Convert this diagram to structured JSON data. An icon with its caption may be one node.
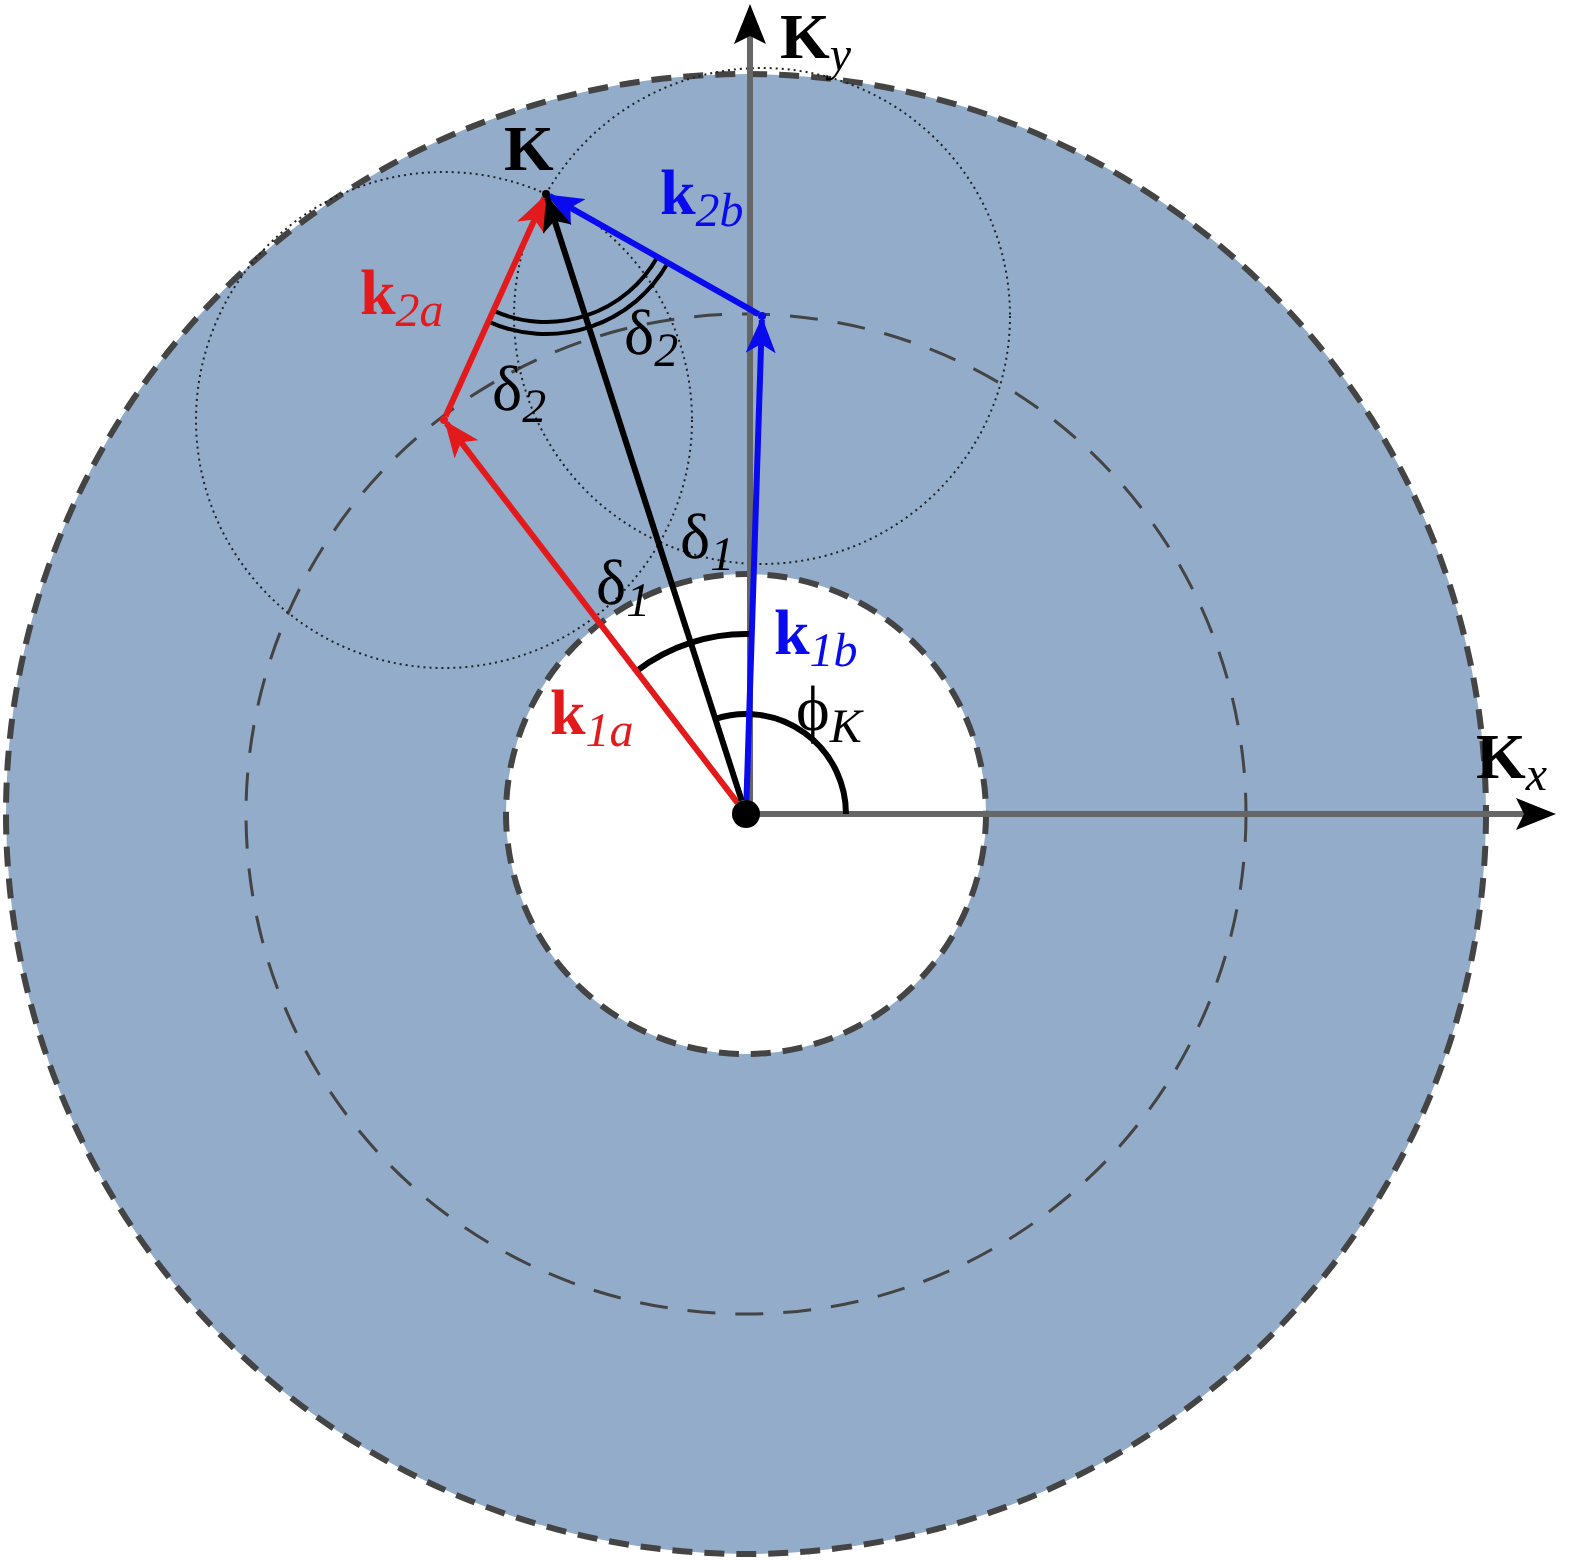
{
  "diagram": {
    "nodes": [
      {
        "text": [],
        "shape": "circle"
      },
      {
        "text": [],
        "shape": "point"
      },
      {
        "text": [],
        "shape": "point"
      },
      {
        "text": [
          "K"
        ]
      }
    ],
    "edges": [
      {
        "from": 0,
        "to": 1,
        "arrow": "to",
        "label": "**k**$_{1a}$",
        "color": "#e31a1c"
      },
      {
        "from": 1,
        "to": 3,
        "arrow": "to",
        "label": "**k**$_{2a}$",
        "color": "#e31a1c"
      },
      {
        "from": 0,
        "to": 2,
        "arrow": "to",
        "label": "**k**$_{1b}$",
        "color": "#0a0aef"
      },
      {
        "from": 2,
        "to": 3,
        "arrow": "to",
        "label": "**k**$_{2b}$",
        "color": "#0a0aef"
      },
      {
        "from": 0,
        "to": 3,
        "arrow": "to",
        "color": "#000000"
      }
    ],
    "labels": [
      "**K**$_{y}$",
      "**K**$_{x}$",
      "δ$_{2}$",
      "δ$_{2}$",
      "δ$_{1}$",
      "δ$_{1}$",
      "ϕ$_{K}$"
    ]
  }
}
